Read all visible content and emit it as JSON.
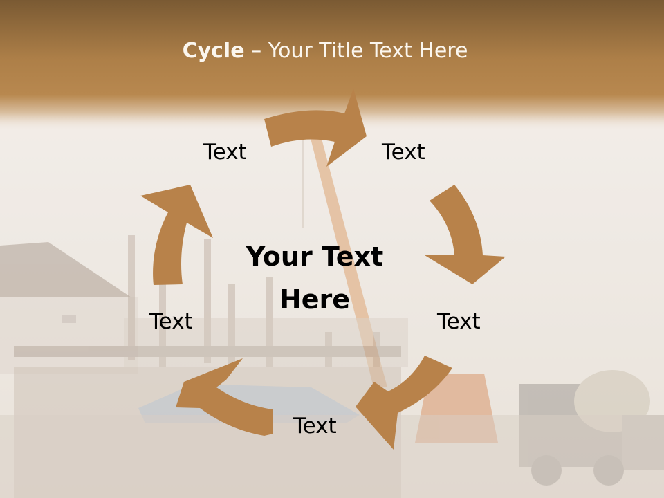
{
  "slide": {
    "title_bold": "Cycle",
    "title_rest": " – Your Title Text Here",
    "center_text": "Your Text Here",
    "labels": [
      "Text",
      "Text",
      "Text",
      "Text",
      "Text"
    ]
  },
  "colors": {
    "header_brown": "#7a5a33",
    "header_orange": "#b8884f",
    "arrow_fill": "#b8824a",
    "crane_orange": "#cf7a3a"
  },
  "icons": [
    "cycle-arrow"
  ]
}
